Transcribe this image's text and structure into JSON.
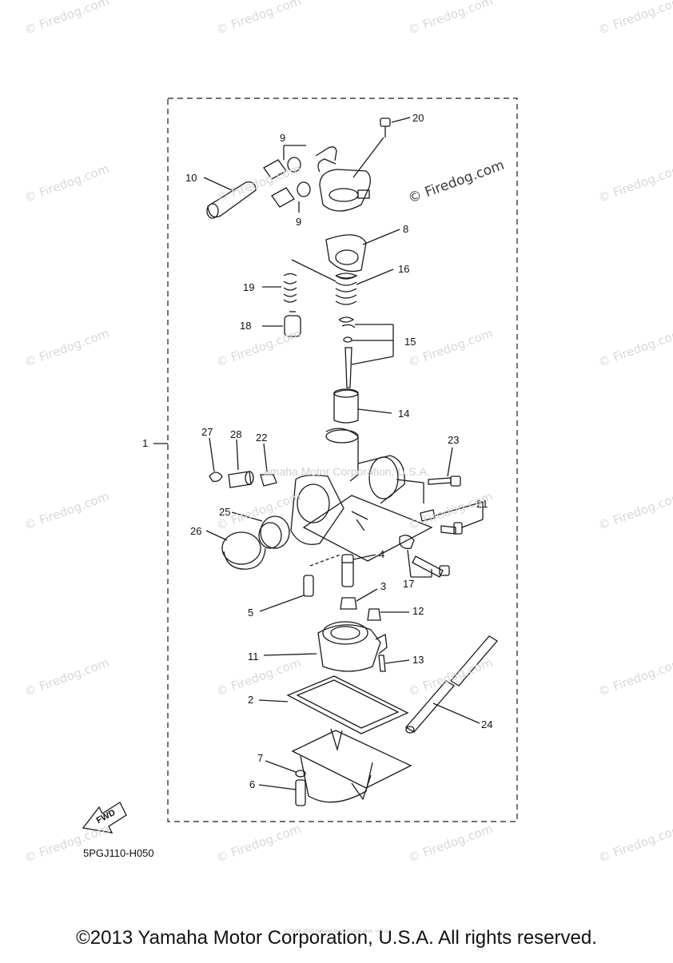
{
  "watermark": {
    "text": "© Firedog.com"
  },
  "inline_watermark": "amaha Motor Corporation, U.S.A.",
  "diagram_code": "5PGJ110-H050",
  "fwd_label": "FWD",
  "footer": {
    "copyright": "©2013 Yamaha Motor Corporation, U.S.A. All rights reserved.",
    "tiny_note": "(c) 2005-2015 Yamaha Motor Corporation, U.S.A."
  },
  "callouts": [
    "20",
    "9",
    "10",
    "9",
    "8",
    "16",
    "19",
    "18",
    "15",
    "14",
    "1",
    "27",
    "28",
    "22",
    "23",
    "21",
    "25",
    "26",
    "4",
    "17",
    "3",
    "5",
    "12",
    "11",
    "13",
    "2",
    "24",
    "7",
    "6"
  ]
}
